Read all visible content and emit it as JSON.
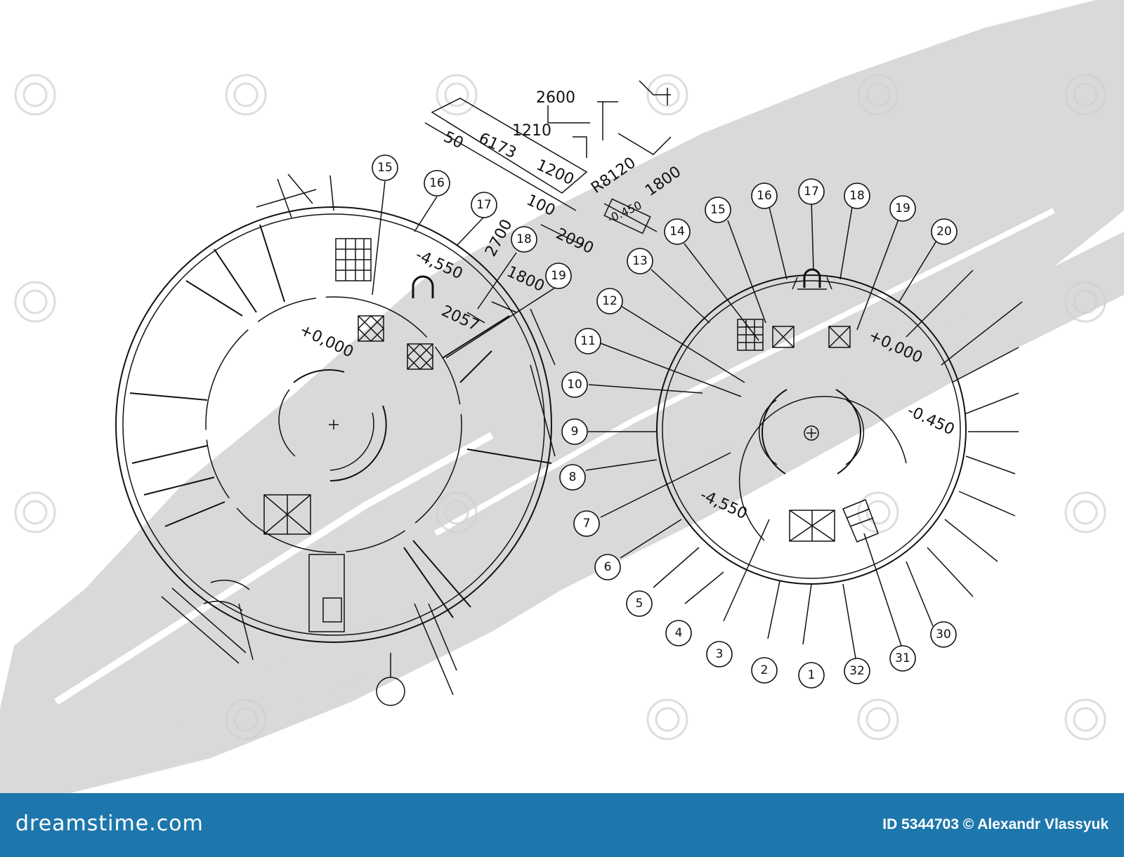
{
  "left_plan": {
    "axis_labels": [
      "15",
      "16",
      "17",
      "18",
      "19"
    ],
    "level_labels": [
      "+0,000",
      "-4,550"
    ]
  },
  "right_plan": {
    "axis_labels": [
      "1",
      "2",
      "3",
      "4",
      "5",
      "6",
      "7",
      "8",
      "9",
      "10",
      "11",
      "12",
      "13",
      "14",
      "15",
      "16",
      "17",
      "18",
      "19",
      "20",
      "30",
      "31",
      "32"
    ],
    "level_labels": [
      "+0,000",
      "-0.450",
      "-4,550"
    ]
  },
  "dimensions": [
    "2600",
    "1210",
    "50",
    "6173",
    "1200",
    "100",
    "2090",
    "2700",
    "1800",
    "2057",
    "R8120",
    "1800",
    "-0.450"
  ],
  "footer": {
    "brand": "dreamstime.com",
    "credit": "ID 5344703 © Alexandr Vlassyuk"
  },
  "colors": {
    "background": "#ffffff",
    "ink": "#111111",
    "gray_band": "#d9d9d9",
    "footer": "#1e77ac"
  }
}
